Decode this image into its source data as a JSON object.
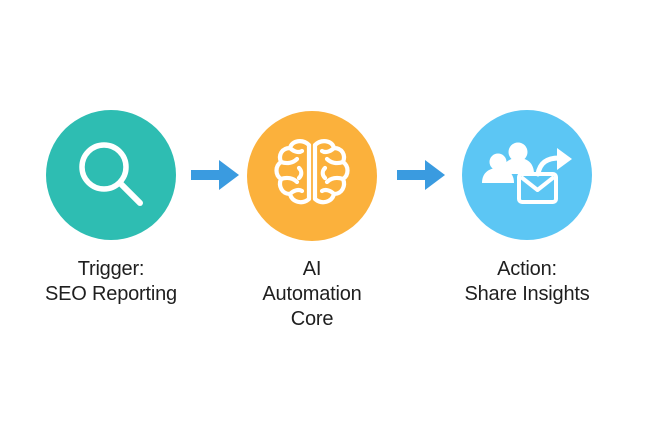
{
  "diagram": {
    "nodes": [
      {
        "id": "trigger",
        "label_lines": [
          "Trigger:",
          "SEO Reporting"
        ],
        "color": "#2EBDB2",
        "icon": "search-icon"
      },
      {
        "id": "core",
        "label_lines": [
          "AI",
          "Automation",
          "Core"
        ],
        "color": "#FBB13C",
        "icon": "brain-icon"
      },
      {
        "id": "action",
        "label_lines": [
          "Action:",
          "Share Insights"
        ],
        "color": "#5CC6F4",
        "icon": "share-people-mail-icon"
      }
    ],
    "connectors": [
      {
        "from": "trigger",
        "to": "core",
        "color": "#3A9BE0",
        "icon": "arrow-right-icon"
      },
      {
        "from": "core",
        "to": "action",
        "color": "#3A9BE0",
        "icon": "arrow-right-icon"
      }
    ]
  }
}
